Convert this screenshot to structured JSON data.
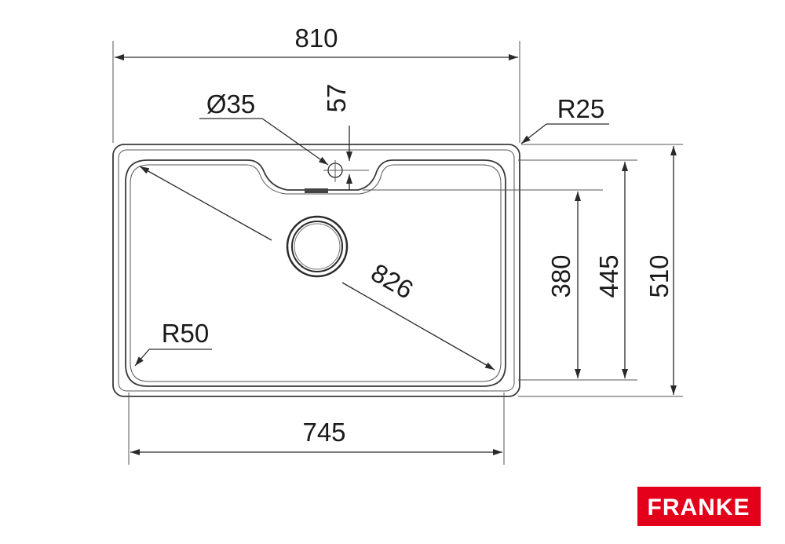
{
  "dimensions": {
    "overall_width": "810",
    "inner_width": "745",
    "tap_hole_diameter": "Ø35",
    "tap_hole_offset": "57",
    "corner_radius_outer": "R25",
    "corner_radius_inner": "R50",
    "diagonal": "826",
    "inner_depth": "380",
    "bowl_depth": "445",
    "overall_depth": "510"
  },
  "brand": {
    "name": "FRANKE",
    "color": "#e4001b"
  }
}
